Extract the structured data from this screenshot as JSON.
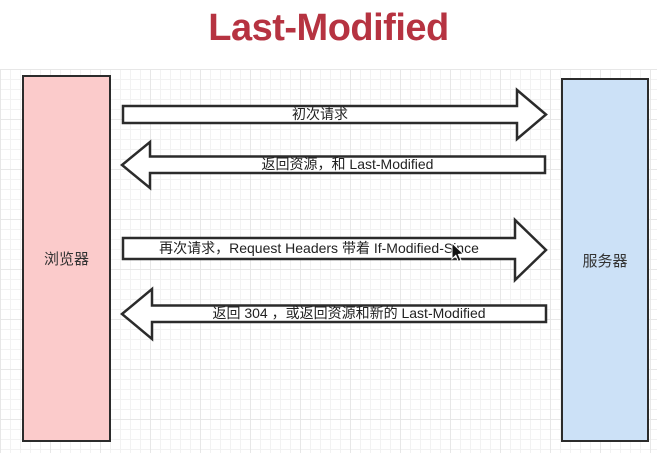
{
  "title": "Last-Modified",
  "colors": {
    "title_color": "#b63341",
    "browser_fill": "#fbcbcb",
    "server_fill": "#cce1f7",
    "stroke_color": "#2b2b2b",
    "text_color": "#333333"
  },
  "entities": {
    "browser": {
      "label": "浏览器"
    },
    "server": {
      "label": "服务器"
    }
  },
  "messages": [
    {
      "direction": "right",
      "from": "浏览器",
      "to": "服务器",
      "label": "初次请求"
    },
    {
      "direction": "left",
      "from": "服务器",
      "to": "浏览器",
      "label": "返回资源，和 Last-Modified"
    },
    {
      "direction": "right",
      "from": "浏览器",
      "to": "服务器",
      "label": "再次请求，Request Headers 带着 If-Modified-Since"
    },
    {
      "direction": "left",
      "from": "服务器",
      "to": "浏览器",
      "label": "返回 304 ，或返回资源和新的 Last-Modified"
    }
  ],
  "icons": {
    "cursor": "pointer-arrow"
  }
}
